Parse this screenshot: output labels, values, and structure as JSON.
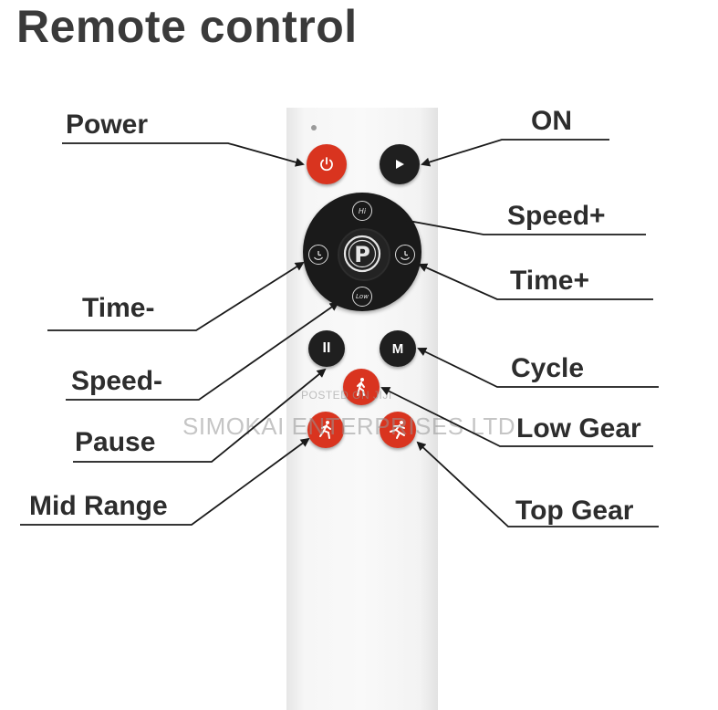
{
  "title": "Remote control",
  "labels": {
    "power": "Power",
    "on": "ON",
    "speed_plus": "Speed+",
    "time_minus": "Time-",
    "time_plus": "Time+",
    "speed_minus": "Speed-",
    "cycle": "Cycle",
    "pause": "Pause",
    "low_gear": "Low Gear",
    "mid_range": "Mid Range",
    "top_gear": "Top Gear"
  },
  "button_glyphs": {
    "hi": "Hi",
    "low": "Low",
    "pause": "II",
    "mode": "M",
    "program": "P"
  },
  "watermark": {
    "posted_on": "POSTED ON JIJI",
    "company": "SIMOKAI ENTERPRISES LTD"
  },
  "colors": {
    "title_text": "#3a3a3a",
    "label_text": "#2d2d2d",
    "button_dark": "#1f1f1f",
    "button_red": "#d9341f",
    "remote_body": "#f6f6f6"
  }
}
